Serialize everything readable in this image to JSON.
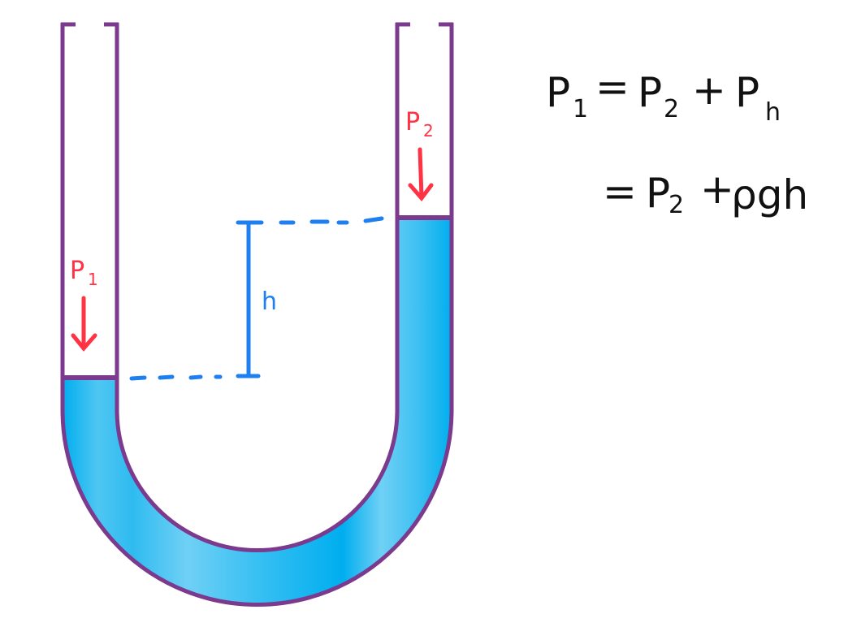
{
  "diagram": {
    "type": "u-tube-manometer",
    "colors": {
      "tube_stroke": "#7B3A8E",
      "liquid_dark": "#00AEEF",
      "liquid_light": "#6FD0F5",
      "pressure_label": "#FF3344",
      "height_marker": "#1E7FF0",
      "equation": "#111111"
    },
    "left_column": {
      "pressure_label": "P",
      "pressure_sub": "1",
      "arrow": "down-arrow"
    },
    "right_column": {
      "pressure_label": "P",
      "pressure_sub": "2",
      "arrow": "down-arrow"
    },
    "height_marker": {
      "label": "h"
    }
  },
  "equation": {
    "line1": {
      "lhs": "P",
      "lhs_sub": "1",
      "eq": "=",
      "term1": "P",
      "term1_sub": "2",
      "plus": "+",
      "term2": "P",
      "term2_sub": "h"
    },
    "line2": {
      "eq": "=",
      "term1": "P",
      "term1_sub": "2",
      "plus": "+",
      "term2": "ρgh"
    }
  }
}
